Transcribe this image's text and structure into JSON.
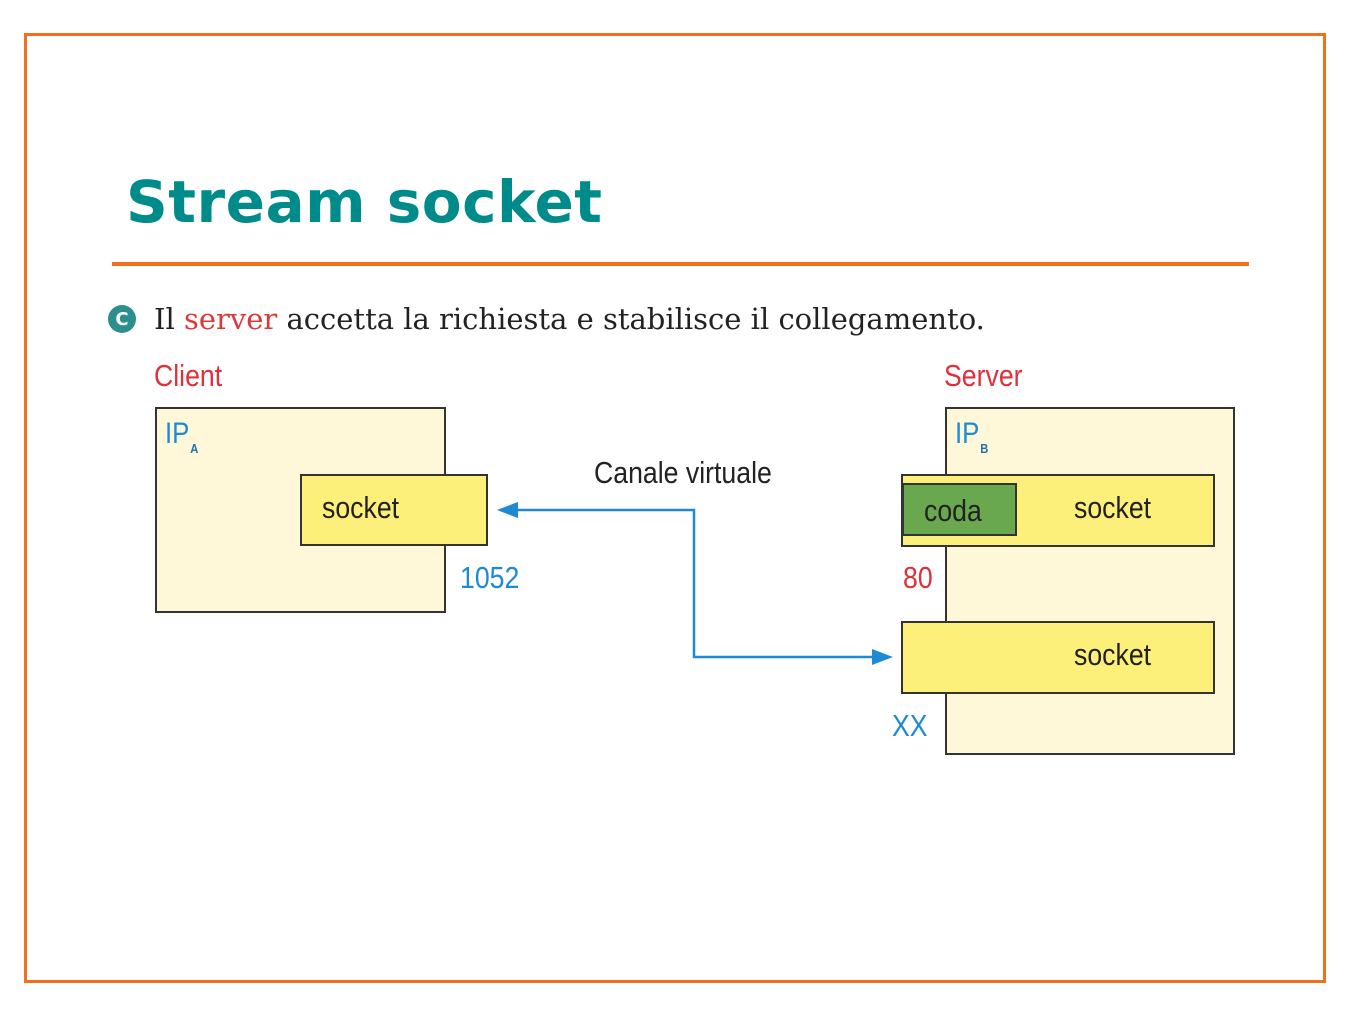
{
  "slide": {
    "title": "Stream socket",
    "caption": {
      "marker": "C",
      "before": "Il ",
      "highlight": "server",
      "after": " accetta la richiesta e stabilisce il collegamento."
    }
  },
  "diagram": {
    "client": {
      "label": "Client",
      "ip": "IP",
      "ip_sub": "A",
      "socket_label": "socket",
      "port": "1052"
    },
    "server": {
      "label": "Server",
      "ip": "IP",
      "ip_sub": "B",
      "listen_socket_label": "socket",
      "queue_label": "coda",
      "listen_port": "80",
      "conn_socket_label": "socket",
      "conn_port": "XX"
    },
    "channel_label": "Canale virtuale",
    "colors": {
      "accent": "#f07020",
      "title": "#008b8b",
      "host_fill": "#fff8d8",
      "socket_fill": "#fdf07a",
      "queue_fill": "#6aa84f",
      "arrow": "#1e8ad6",
      "label_red": "#e0303a"
    }
  }
}
